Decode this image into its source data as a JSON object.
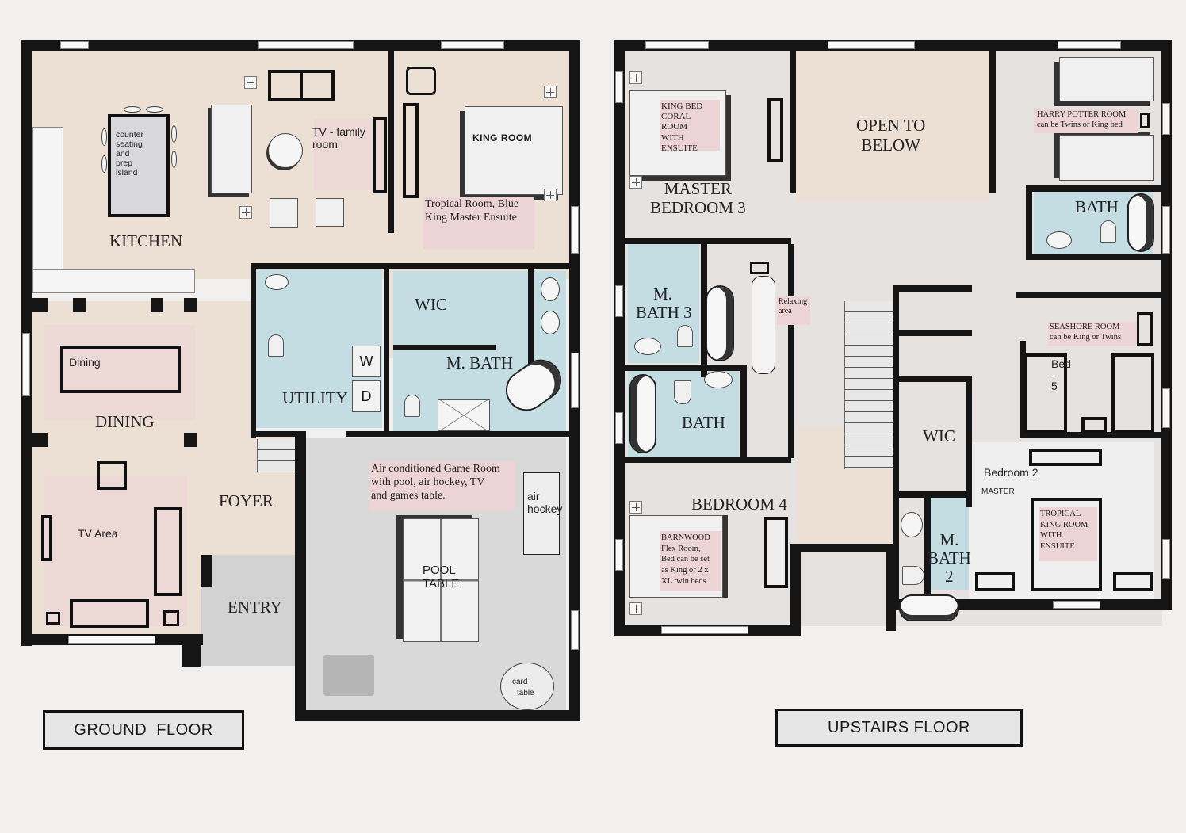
{
  "ground_floor": {
    "title": "GROUND  FLOOR",
    "rooms": {
      "kitchen": "KITCHEN",
      "dining": "DINING",
      "foyer": "FOYER",
      "entry": "ENTRY",
      "utility": "UTILITY",
      "wic": "WIC",
      "m_bath": "M. BATH"
    },
    "notes": {
      "island": [
        "counter",
        "seating",
        "and",
        "prep",
        "island"
      ],
      "tv_family": [
        "TV - family",
        "room"
      ],
      "king_room": "KING ROOM",
      "tropical_master": [
        "Tropical Room, Blue",
        "King Master Ensuite"
      ],
      "dining_table": "Dining",
      "tv_area": "TV Area",
      "game_room": [
        " Air conditioned Game Room",
        "with pool, air hockey, TV",
        "and games table."
      ],
      "air_hockey": [
        "air",
        "hockey"
      ],
      "pool_table": [
        "POOL",
        "TABLE"
      ],
      "card_table": [
        "card",
        "table"
      ],
      "washer": "W",
      "dryer": "D"
    }
  },
  "upstairs_floor": {
    "title": "UPSTAIRS FLOOR",
    "rooms": {
      "master_bedroom_3": [
        "MASTER",
        "BEDROOM 3"
      ],
      "open_to_below": [
        "OPEN TO",
        "BELOW"
      ],
      "m_bath_3": [
        "M.",
        "BATH 3"
      ],
      "bath_left": "BATH",
      "bath_right": "BATH",
      "bedroom_4": "BEDROOM 4",
      "wic": "WIC",
      "m_bath_2": [
        "M.",
        "BATH",
        "2"
      ]
    },
    "notes": {
      "coral_room": [
        "KING BED",
        "CORAL ROOM",
        "WITH",
        "ENSUITE"
      ],
      "harry_potter": [
        "HARRY POTTER ROOM",
        "can be Twins or King bed"
      ],
      "relaxing": [
        "Relaxing",
        "area"
      ],
      "seashore": [
        "SEASHORE ROOM",
        "can be King or Twins"
      ],
      "bed_5": [
        "Bed",
        "-",
        "5"
      ],
      "barnwood": [
        "BARNWOOD",
        "Flex Room,",
        "Bed can be set",
        "as King or 2 x",
        "XL twin beds"
      ],
      "bedroom_2": "Bedroom 2",
      "master": "MASTER",
      "tropical_king": [
        "TROPICAL",
        "KING ROOM",
        " WITH",
        "ENSUITE"
      ]
    }
  }
}
